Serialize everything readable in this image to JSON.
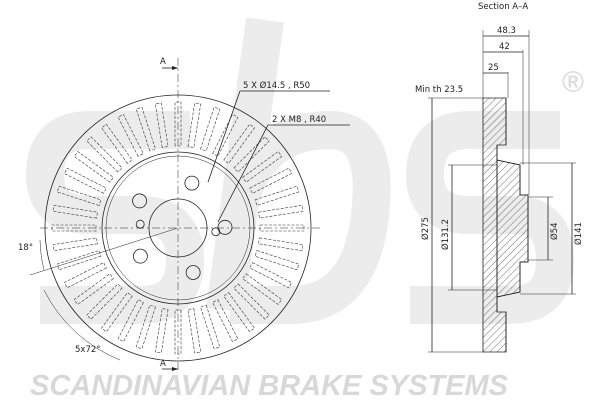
{
  "watermark": {
    "logo": "sbs",
    "registered": "®",
    "tagline": "SCANDINAVIAN BRAKE SYSTEMS"
  },
  "front_view": {
    "section_marker": "A",
    "holes_label": "5 X Ø14.5 , R50",
    "threads_label": "2 X M8 , R40",
    "angle_label": "18°",
    "pattern_label": "5x72°"
  },
  "section_view": {
    "title": "Section A–A",
    "min_thickness": "Min th 23.5",
    "dims": {
      "overall_height": "48.3",
      "hat_height": "42",
      "thickness": "25",
      "outer_diameter": "Ø275",
      "inner_diameter": "Ø131.2",
      "bore": "Ø54",
      "hat_diameter": "Ø141"
    }
  }
}
